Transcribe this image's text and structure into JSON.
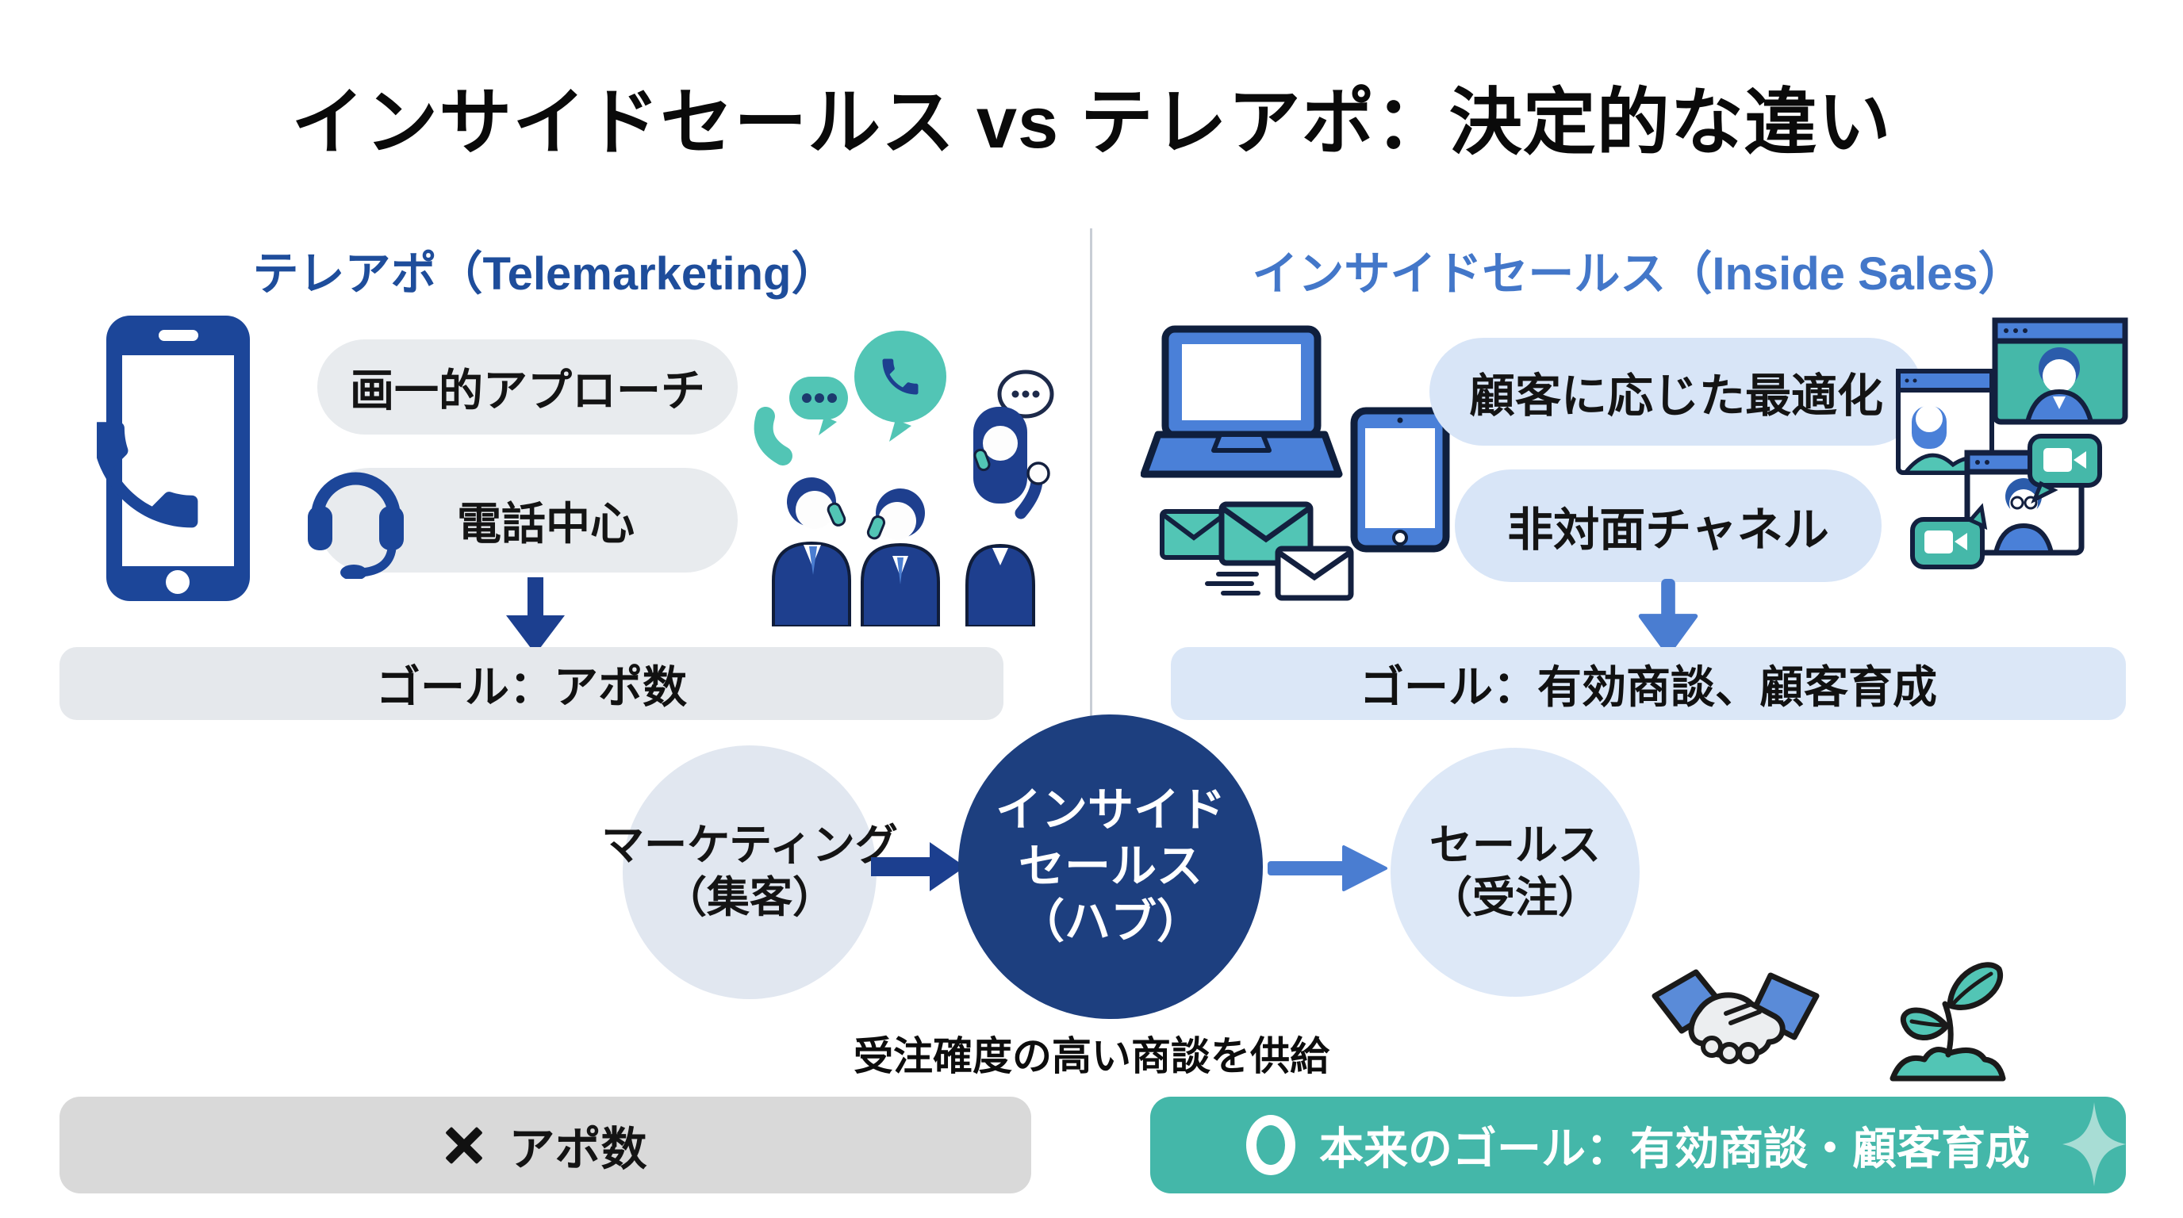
{
  "title": "インサイドセールス vs テレアポ：決定的な違い",
  "left": {
    "header": "テレアポ（Telemarketing）",
    "pills": [
      {
        "label": "画一的アプローチ"
      },
      {
        "label": "電話中心"
      }
    ],
    "goal": "ゴール：アポ数",
    "bottom": {
      "mark": "✕",
      "label": "アポ数"
    }
  },
  "right": {
    "header": "インサイドセールス（Inside Sales）",
    "pills": [
      {
        "label": "顧客に応じた最適化"
      },
      {
        "label": "非対面チャネル"
      }
    ],
    "goal": "ゴール：有効商談、顧客育成",
    "bottom": {
      "mark": "〇",
      "label": "本来のゴール：有効商談・顧客育成"
    }
  },
  "flow": {
    "nodes": [
      {
        "lines": [
          "マーケティング",
          "（集客）"
        ]
      },
      {
        "lines": [
          "インサイド",
          "セールス",
          "（ハブ）"
        ]
      },
      {
        "lines": [
          "セールス",
          "（受注）"
        ]
      }
    ],
    "caption": "受注確度の高い商談を供給"
  },
  "icons": {
    "smartphone-call-icon": "☎",
    "headset-icon": "🎧",
    "telemarketers-illustration": "people on phones",
    "devices-illustration": "laptop, tablet, mail",
    "video-call-illustration": "online meeting windows",
    "handshake-icon": "🤝",
    "sprout-icon": "🌱",
    "sparkle-icon": "✦",
    "down-arrow-icon": "↓",
    "right-arrow-icon": "→"
  },
  "colors": {
    "navy": "#1c4699",
    "dark_navy_circle": "#1d3f7f",
    "blue_accent": "#4a7dd1",
    "header_left_blue": "#1e4d9b",
    "header_right_blue": "#4377c9",
    "teal": "#52c5b5",
    "teal_bar": "#44b7a9",
    "sparkle_teal": "#a8ddd5",
    "pill_gray": "#e8ebee",
    "pill_blue": "#d8e5f7",
    "goal_gray": "#e5e8ec",
    "goal_blue": "#dbe7f7",
    "bottom_gray": "#d9d9d9",
    "circle_light_gray": "#e1e7f0",
    "circle_light_blue": "#dde8f7"
  }
}
